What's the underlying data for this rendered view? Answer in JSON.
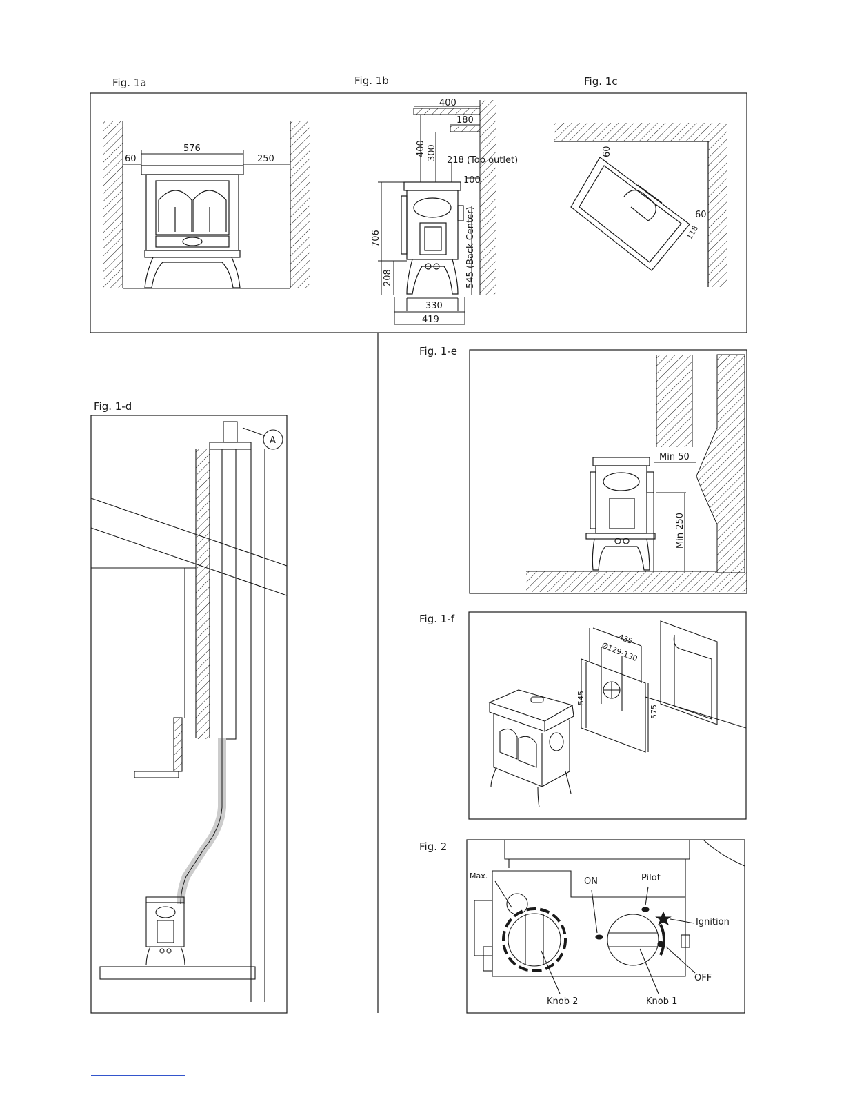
{
  "figures": {
    "fig1a": {
      "label": "Fig. 1a",
      "dims": {
        "width": "576",
        "left": "60",
        "right": "250"
      }
    },
    "fig1b": {
      "label": "Fig. 1b",
      "dims": {
        "top_width": "400",
        "shelf": "180",
        "height_upper": "400",
        "height_lower": "300",
        "top_outlet": "218 (Top outlet)",
        "back_gap": "100",
        "total_height": "706",
        "back_center": "545 (Back Center)",
        "leg_height": "208",
        "inner_depth": "330",
        "depth": "419"
      }
    },
    "fig1c": {
      "label": "Fig. 1c",
      "dims": {
        "top_gap": "60",
        "side_gap": "60",
        "corner": "118"
      }
    },
    "fig1d": {
      "label": "Fig. 1-d",
      "callout": "A"
    },
    "fig1e": {
      "label": "Fig. 1-e",
      "dims": {
        "min_top": "Min 50",
        "min_side": "Min 250"
      }
    },
    "fig1f": {
      "label": "Fig. 1-f",
      "dims": {
        "plate_width": "435",
        "diameter": "Ø129-130",
        "height_left": "545",
        "height_right": "575"
      }
    },
    "fig2": {
      "label": "Fig. 2",
      "labels": {
        "max": "Max.",
        "on": "ON",
        "pilot": "Pilot",
        "ignition": "Ignition",
        "off": "OFF",
        "knob2": "Knob 2",
        "knob1": "Knob 1"
      }
    }
  },
  "colors": {
    "line": "#1a1a1a",
    "footer_rule": "#3355cc"
  }
}
